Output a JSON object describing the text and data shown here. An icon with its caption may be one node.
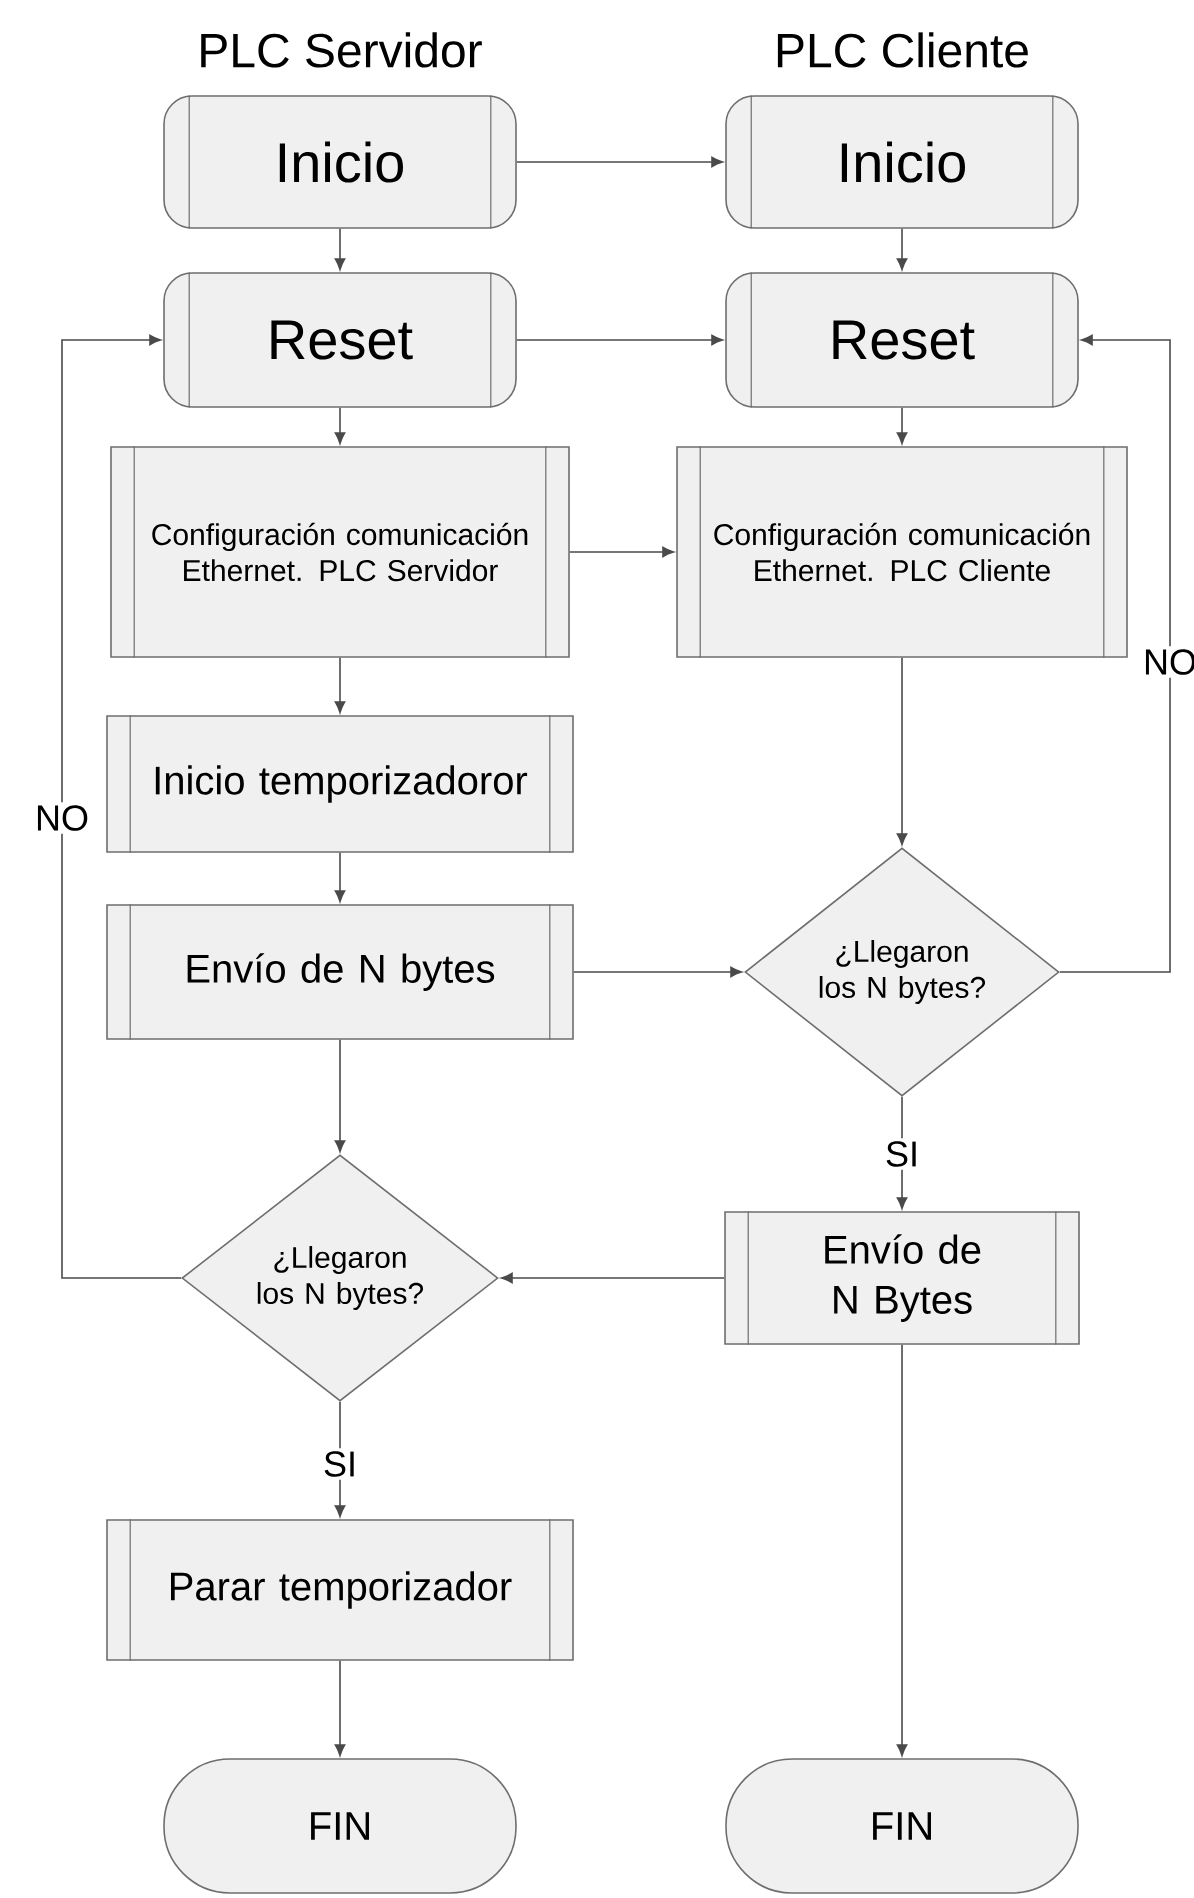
{
  "diagram": {
    "nodes": [
      {
        "text": [
          "Inicio"
        ]
      },
      {
        "text": [
          "Inicio"
        ]
      },
      {
        "text": [
          "Reset"
        ]
      },
      {
        "text": [
          "Reset"
        ]
      },
      {
        "text": [
          "Configuración comunicación Ethernet. PLC Servidor"
        ]
      },
      {
        "text": [
          "Configuración comunicación Ethernet. PLC Cliente"
        ]
      },
      {
        "text": [
          "Inicio temporizadoror"
        ]
      },
      {
        "text": [
          "Envío de N bytes"
        ]
      },
      {
        "text": [
          "¿Llegaron los N bytes?"
        ]
      },
      {
        "text": [
          "Envío de N Bytes"
        ]
      },
      {
        "text": [
          "¿Llegaron los N bytes?"
        ]
      },
      {
        "text": [
          "Parar temporizador"
        ]
      },
      {
        "text": [
          "FIN"
        ]
      },
      {
        "text": [
          "FIN"
        ]
      }
    ],
    "edges": [
      {
        "from": 0,
        "to": 1,
        "arrow": "to"
      },
      {
        "from": 0,
        "to": 2,
        "arrow": "to"
      },
      {
        "from": 1,
        "to": 3,
        "arrow": "to"
      },
      {
        "from": 2,
        "to": 3,
        "arrow": "to"
      },
      {
        "from": 2,
        "to": 4,
        "arrow": "to"
      },
      {
        "from": 3,
        "to": 5,
        "arrow": "to"
      },
      {
        "from": 4,
        "to": 5,
        "arrow": "to"
      },
      {
        "from": 4,
        "to": 6,
        "arrow": "to"
      },
      {
        "from": 6,
        "to": 7,
        "arrow": "to"
      },
      {
        "from": 7,
        "to": 8,
        "arrow": "to"
      },
      {
        "from": 5,
        "to": 8,
        "arrow": "to"
      },
      {
        "from": 8,
        "to": 3,
        "arrow": "to",
        "label": "NO"
      },
      {
        "from": 8,
        "to": 9,
        "arrow": "to",
        "label": "SI"
      },
      {
        "from": 9,
        "to": 10,
        "arrow": "to"
      },
      {
        "from": 7,
        "to": 10,
        "arrow": "to"
      },
      {
        "from": 10,
        "to": 2,
        "arrow": "to",
        "label": "NO"
      },
      {
        "from": 10,
        "to": 11,
        "arrow": "to",
        "label": "SI"
      },
      {
        "from": 11,
        "to": 12,
        "arrow": "to"
      },
      {
        "from": 9,
        "to": 13,
        "arrow": "to"
      }
    ],
    "labels": [
      "PLC Servidor",
      "PLC Cliente"
    ]
  }
}
